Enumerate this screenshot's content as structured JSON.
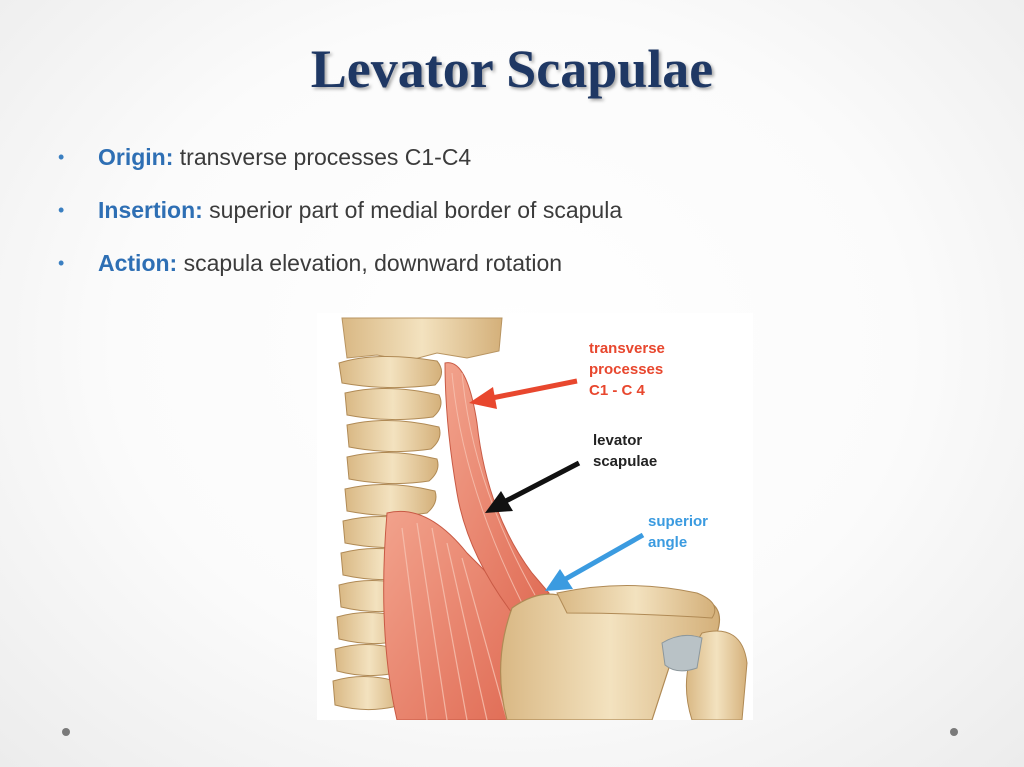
{
  "slide": {
    "title": "Levator Scapulae",
    "bullets": [
      {
        "term": "Origin:",
        "text": " transverse processes C1-C4"
      },
      {
        "term": "Insertion:",
        "text": " superior part of medial border of scapula"
      },
      {
        "term": "Action:",
        "text": " scapula elevation, downward rotation"
      }
    ],
    "bullet_symbol": "•"
  },
  "figure": {
    "labels": {
      "origin_line1": "transverse",
      "origin_line2": "processes",
      "origin_line3": "C1 - C 4",
      "muscle_line1": "levator",
      "muscle_line2": "scapulae",
      "angle_line1": "superior",
      "angle_line2": "angle"
    },
    "colors": {
      "origin_label": "#e8472e",
      "muscle_label": "#222222",
      "angle_label": "#3b9be0",
      "muscle": "#e8806a",
      "bone": "#ecd3a6"
    }
  }
}
